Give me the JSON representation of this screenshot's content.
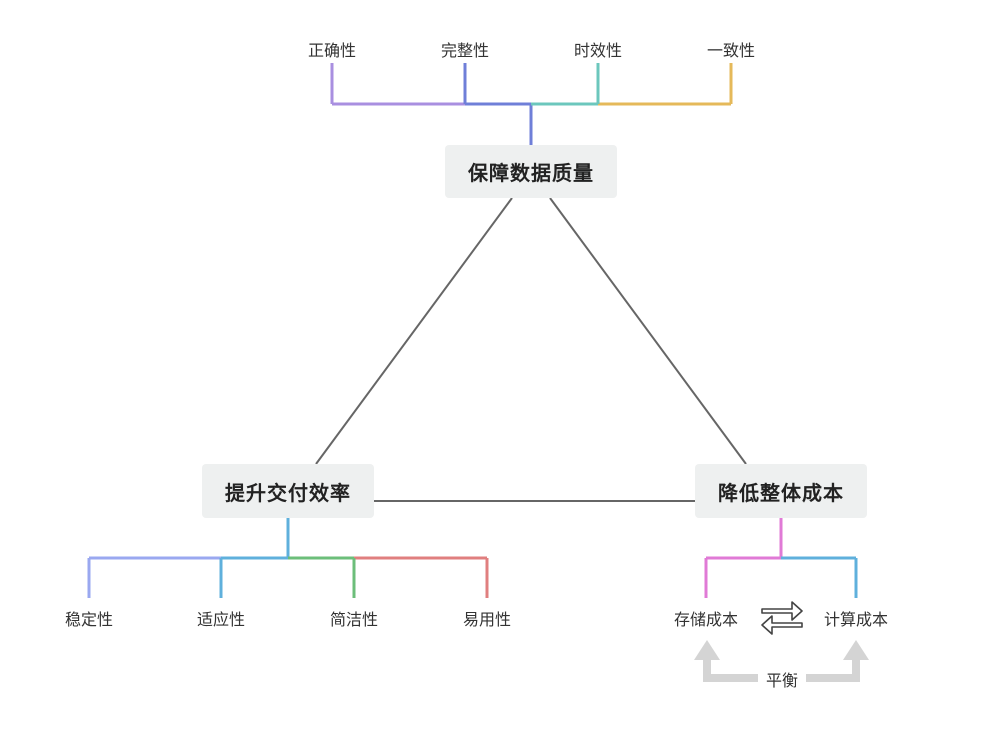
{
  "nodes": {
    "top": "保障数据质量",
    "left": "提升交付效率",
    "right": "降低整体成本"
  },
  "top_children": [
    "正确性",
    "完整性",
    "时效性",
    "一致性"
  ],
  "left_children": [
    "稳定性",
    "适应性",
    "简洁性",
    "易用性"
  ],
  "right_children": [
    "存储成本",
    "计算成本"
  ],
  "balance_label": "平衡",
  "colors": {
    "top": [
      "#a98fe0",
      "#6f7fd8",
      "#6cc7bd",
      "#e5b95a"
    ],
    "left": [
      "#9aa8f0",
      "#5fb0dc",
      "#6cbe7a",
      "#e07f7f"
    ],
    "right": [
      "#e07ad6",
      "#5fb0dc"
    ],
    "triangle": "#666666",
    "arrow_gray": "#d4d4d4"
  },
  "icons": {
    "swap": "swap-arrows-icon"
  }
}
